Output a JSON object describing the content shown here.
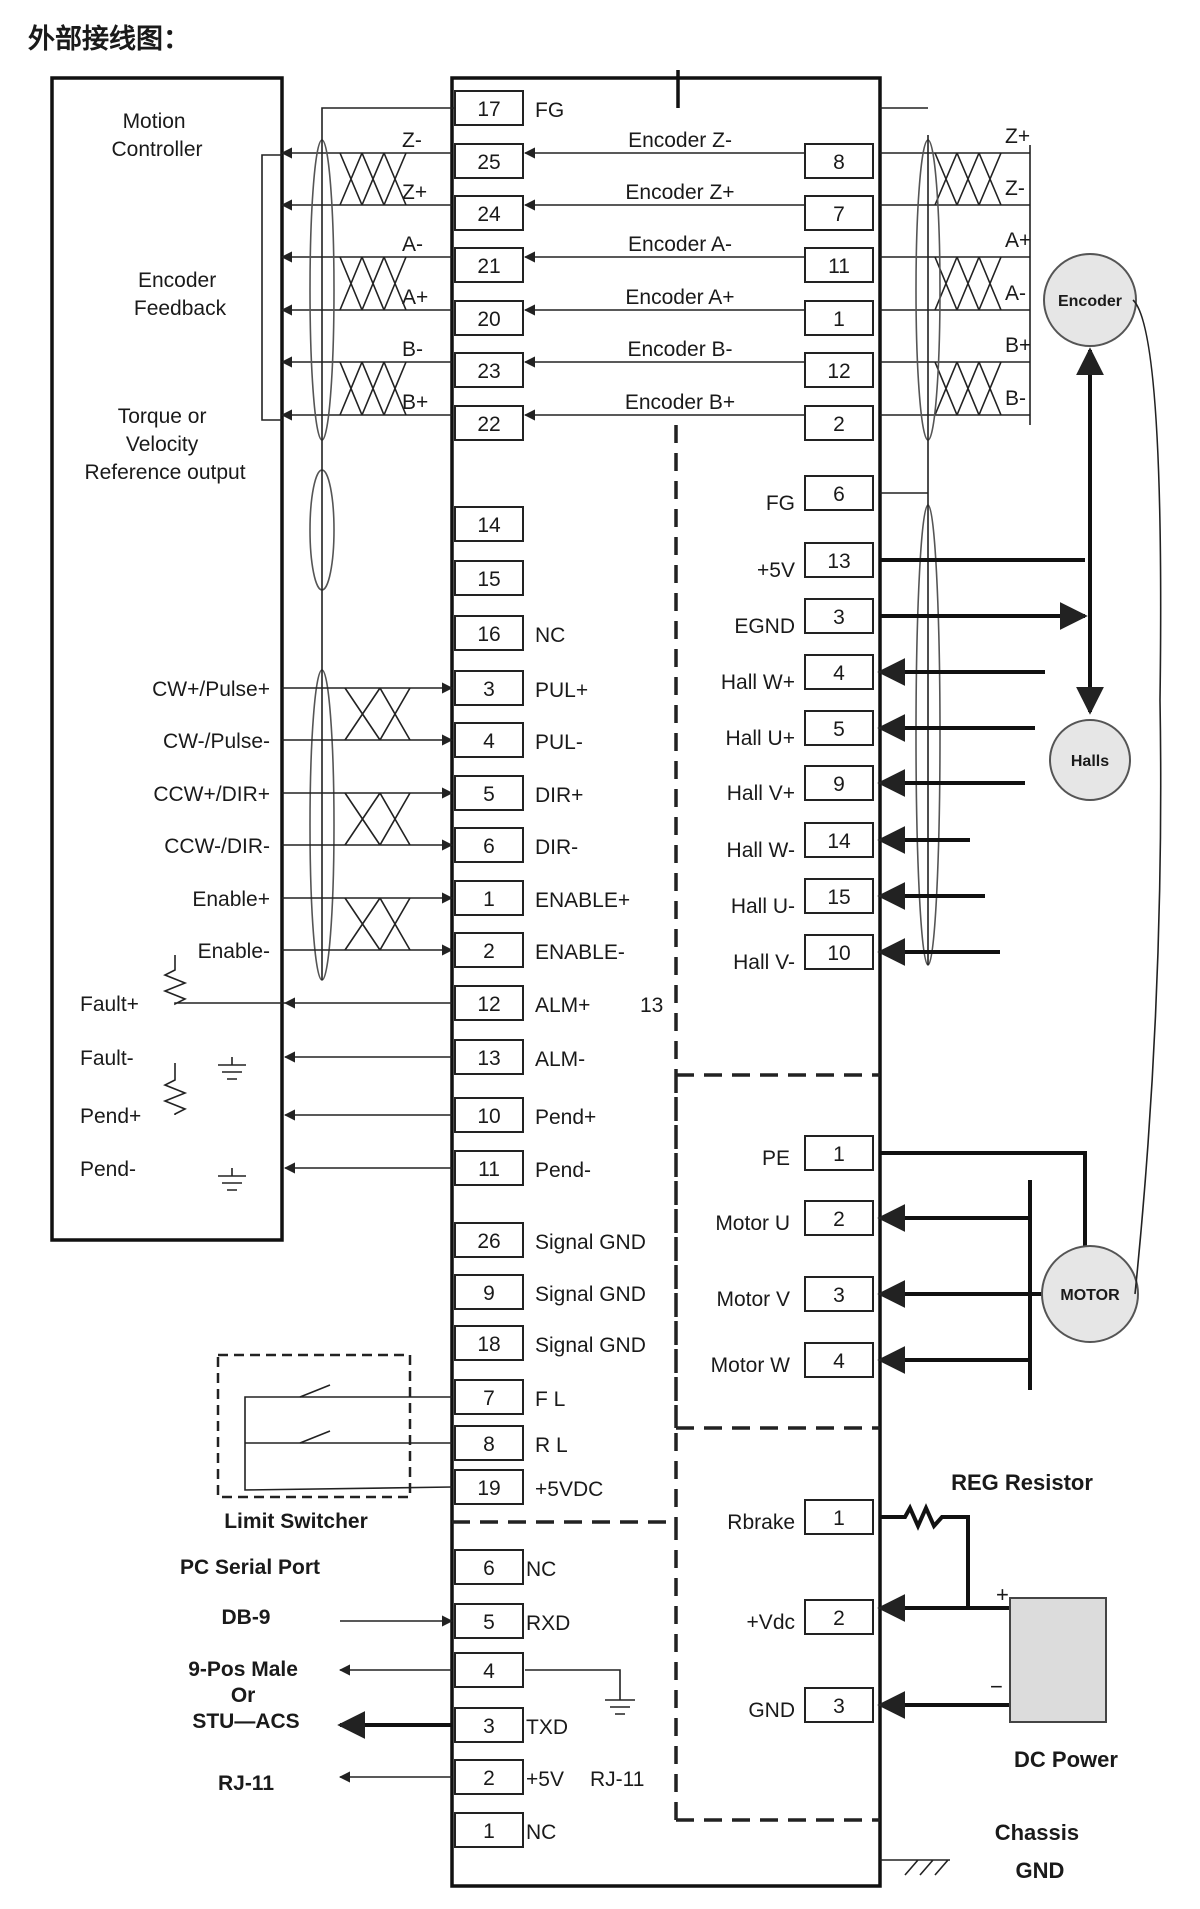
{
  "title": "外部接线图：",
  "controller": {
    "name": "Motion\nController",
    "encoder_feedback": "Encoder\nFeedback",
    "torque_ref": "Torque or\nVelocity\nReference output",
    "inputs": [
      "CW+/Pulse+",
      "CW-/Pulse-",
      "CCW+/DIR+",
      "CCW-/DIR-",
      "Enable+",
      "Enable-"
    ],
    "outputs": [
      "Fault+",
      "Fault-",
      "Pend+",
      "Pend-"
    ]
  },
  "left_pins": [
    {
      "pin": "17",
      "label": "FG"
    },
    {
      "pin": "25",
      "label": ""
    },
    {
      "pin": "24",
      "label": ""
    },
    {
      "pin": "21",
      "label": ""
    },
    {
      "pin": "20",
      "label": ""
    },
    {
      "pin": "23",
      "label": ""
    },
    {
      "pin": "22",
      "label": ""
    },
    {
      "pin": "14",
      "label": ""
    },
    {
      "pin": "15",
      "label": ""
    },
    {
      "pin": "16",
      "label": "NC"
    },
    {
      "pin": "3",
      "label": "PUL+"
    },
    {
      "pin": "4",
      "label": "PUL-"
    },
    {
      "pin": "5",
      "label": "DIR+"
    },
    {
      "pin": "6",
      "label": "DIR-"
    },
    {
      "pin": "1",
      "label": "ENABLE+"
    },
    {
      "pin": "2",
      "label": "ENABLE-"
    },
    {
      "pin": "12",
      "label": "ALM+"
    },
    {
      "pin": "13",
      "label": "ALM-"
    },
    {
      "pin": "10",
      "label": "Pend+"
    },
    {
      "pin": "11",
      "label": "Pend-"
    },
    {
      "pin": "26",
      "label": "Signal GND"
    },
    {
      "pin": "9",
      "label": "Signal GND"
    },
    {
      "pin": "18",
      "label": "Signal GND"
    },
    {
      "pin": "7",
      "label": "F L"
    },
    {
      "pin": "8",
      "label": "R L"
    },
    {
      "pin": "19",
      "label": "+5VDC"
    },
    {
      "pin": "6",
      "label": "NC"
    },
    {
      "pin": "5",
      "label": "RXD"
    },
    {
      "pin": "4",
      "label": ""
    },
    {
      "pin": "3",
      "label": "TXD"
    },
    {
      "pin": "2",
      "label": "+5V"
    },
    {
      "pin": "1",
      "label": "NC"
    }
  ],
  "alm_extra": "13",
  "rj11_label": "RJ-11",
  "encoder_signals": [
    "Encoder Z-",
    "Encoder Z+",
    "Encoder A-",
    "Encoder A+",
    "Encoder B-",
    "Encoder B+"
  ],
  "wire_pair_labels_left": [
    "Z-",
    "Z+",
    "A-",
    "A+",
    "B-",
    "B+"
  ],
  "wire_pair_labels_right": [
    "Z+",
    "Z-",
    "A+",
    "A-",
    "B+",
    "B-"
  ],
  "right_encoder_pins": [
    "8",
    "7",
    "11",
    "1",
    "12",
    "2"
  ],
  "right_hall_pins": [
    {
      "pin": "6",
      "label": "FG"
    },
    {
      "pin": "13",
      "label": "+5V"
    },
    {
      "pin": "3",
      "label": "EGND"
    },
    {
      "pin": "4",
      "label": "Hall W+"
    },
    {
      "pin": "5",
      "label": "Hall U+"
    },
    {
      "pin": "9",
      "label": "Hall V+"
    },
    {
      "pin": "14",
      "label": "Hall W-"
    },
    {
      "pin": "15",
      "label": "Hall U-"
    },
    {
      "pin": "10",
      "label": "Hall V-"
    }
  ],
  "right_motor_pins": [
    {
      "pin": "1",
      "label": "PE"
    },
    {
      "pin": "2",
      "label": "Motor U"
    },
    {
      "pin": "3",
      "label": "Motor V"
    },
    {
      "pin": "4",
      "label": "Motor W"
    }
  ],
  "right_power_pins": [
    {
      "pin": "1",
      "label": "Rbrake"
    },
    {
      "pin": "2",
      "label": "+Vdc"
    },
    {
      "pin": "3",
      "label": "GND"
    }
  ],
  "devices": {
    "encoder": "Encoder",
    "halls": "Halls",
    "motor": "MOTOR",
    "reg_resistor": "REG Resistor",
    "dc_power": "DC Power",
    "chassis_gnd": "Chassis\nGND",
    "limit_switcher": "Limit Switcher",
    "pc_serial": "PC Serial Port",
    "db9": "DB-9",
    "pos_male": "9-Pos Male\nOr\nSTU—ACS",
    "rj11": "RJ-11",
    "plus": "+",
    "minus": "−"
  }
}
